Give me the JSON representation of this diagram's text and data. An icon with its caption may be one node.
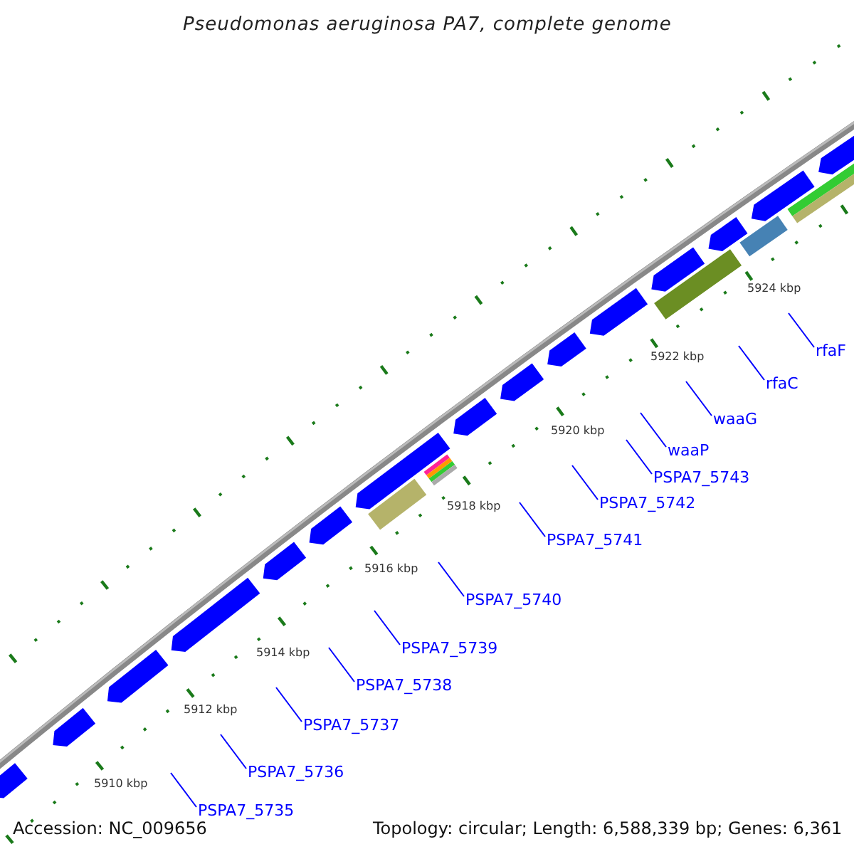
{
  "diagram": {
    "title": "Pseudomonas aeruginosa PA7, complete genome",
    "nodes": [
      {
        "text": [
          "PSPA7_5735"
        ]
      },
      {
        "text": [
          "PSPA7_5736"
        ]
      },
      {
        "text": [
          "PSPA7_5737"
        ]
      },
      {
        "text": [
          "PSPA7_5738"
        ]
      },
      {
        "text": [
          "PSPA7_5739"
        ]
      },
      {
        "text": [
          "PSPA7_5740"
        ]
      },
      {
        "text": [
          "PSPA7_5741"
        ]
      },
      {
        "text": [
          "PSPA7_5742"
        ]
      },
      {
        "text": [
          "PSPA7_5743"
        ]
      },
      {
        "text": [
          "waaP"
        ]
      },
      {
        "text": [
          "waaG"
        ]
      },
      {
        "text": [
          "rfaC"
        ]
      },
      {
        "text": [
          "rfaF"
        ]
      }
    ],
    "edges": [
      {
        "from": 0,
        "to": null,
        "arrow": "none"
      },
      {
        "from": 1,
        "to": null,
        "arrow": "none"
      },
      {
        "from": 2,
        "to": null,
        "arrow": "none"
      },
      {
        "from": 3,
        "to": null,
        "arrow": "none"
      },
      {
        "from": 4,
        "to": null,
        "arrow": "none"
      },
      {
        "from": 5,
        "to": null,
        "arrow": "none"
      },
      {
        "from": 6,
        "to": null,
        "arrow": "none"
      },
      {
        "from": 7,
        "to": null,
        "arrow": "none"
      },
      {
        "from": 8,
        "to": null,
        "arrow": "none"
      },
      {
        "from": 9,
        "to": null,
        "arrow": "none"
      },
      {
        "from": 10,
        "to": null,
        "arrow": "none"
      },
      {
        "from": 11,
        "to": null,
        "arrow": "none"
      },
      {
        "from": 12,
        "to": null,
        "arrow": "none"
      }
    ],
    "labels": [
      "5910 kbp",
      "5912 kbp",
      "5914 kbp",
      "5916 kbp",
      "5918 kbp",
      "5920 kbp",
      "5922 kbp",
      "5924 kbp",
      "Accession: NC_009656",
      "Topology: circular; Length: 6,588,339 bp; Genes: 6,361"
    ]
  }
}
